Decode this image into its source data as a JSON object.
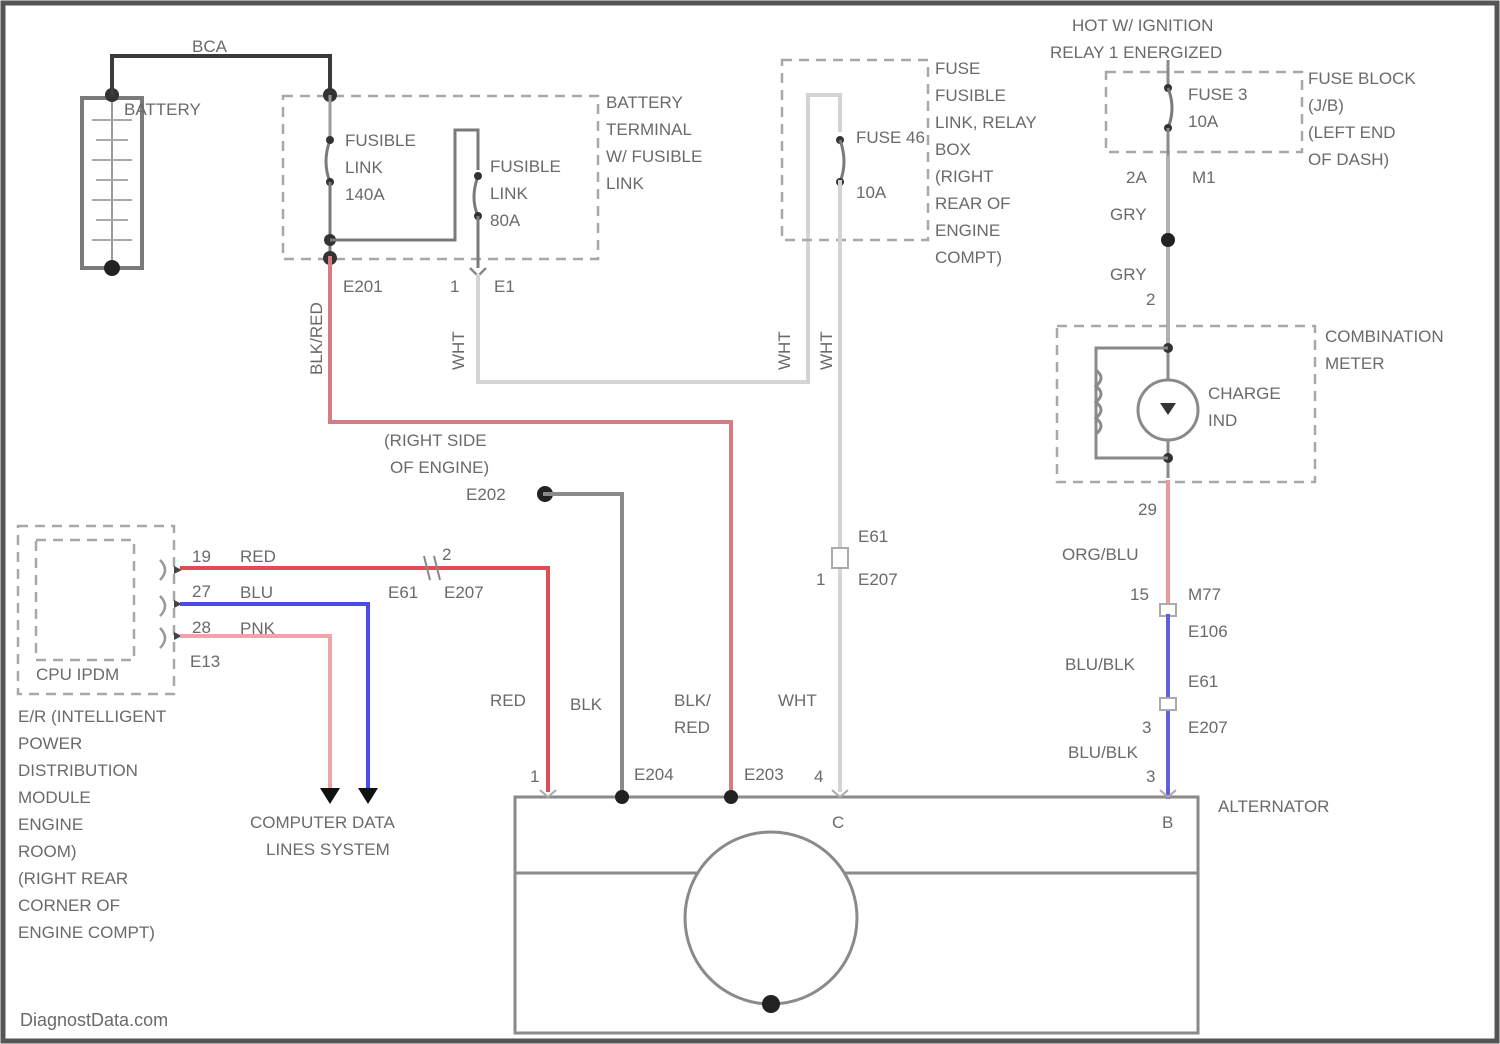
{
  "colors": {
    "black_wire": "#3a3a3a",
    "red_wire": "#e0545c",
    "blue_wire": "#5050e8",
    "pink_wire": "#f0a0a8",
    "gray_wire": "#a9a9a9",
    "white_wire": "#cfcfcf",
    "orange_blue_wire": "#e8a0a0"
  },
  "wire_colors_labels": {
    "top_battery": "BCA",
    "blk_red_vertical": "BLK/RED",
    "wht_e1": "WHT",
    "wht_fuse_left": "WHT",
    "wht_fuse_right": "WHT",
    "gry_upper": "GRY",
    "gry_lower": "GRY",
    "red_19": "RED",
    "blu_27": "BLU",
    "pnk_28": "PNK",
    "red_alt": "RED",
    "blk_alt": "BLK",
    "blk_red_alt": "BLK/\nRED",
    "wht_alt": "WHT",
    "org_blu": "ORG/BLU",
    "blu_blk_1": "BLU/BLK",
    "blu_blk_2": "BLU/BLK"
  },
  "components": {
    "battery": "BATTERY",
    "fusible_link_140a": [
      "FUSIBLE",
      "LINK",
      "140A"
    ],
    "fusible_link_80a": [
      "FUSIBLE",
      "LINK",
      "80A"
    ],
    "battery_terminal": [
      "BATTERY",
      "TERMINAL",
      "W/ FUSIBLE",
      "LINK"
    ],
    "fuse_f_box": [
      "FUSE",
      "FUSIBLE",
      "LINK, RELAY",
      "BOX",
      "(RIGHT",
      "REAR OF",
      "ENGINE",
      "COMPT)"
    ],
    "fuse_f": [
      "FUSE 46",
      "10A"
    ],
    "hot_ignition": [
      "HOT W/ IGNITION",
      "RELAY 1 ENERGIZED"
    ],
    "fuse_3": [
      "FUSE 3",
      "10A"
    ],
    "fuse_block": [
      "FUSE BLOCK",
      "(J/B)",
      "(LEFT END",
      "OF DASH)"
    ],
    "combination_meter": [
      "COMBINATION",
      "METER"
    ],
    "charge_ind": [
      "CHARGE",
      "IND"
    ],
    "cpu_ipdm": "CPU IPDM",
    "ipdm_desc": [
      "E/R (INTELLIGENT",
      "POWER",
      "DISTRIBUTION",
      "MODULE",
      "ENGINE",
      "ROOM)",
      "(RIGHT REAR",
      "CORNER OF",
      "ENGINE COMPT)"
    ],
    "computer_data": [
      "COMPUTER DATA",
      "LINES SYSTEM"
    ],
    "right_side_engine": [
      "(RIGHT SIDE",
      "OF ENGINE)"
    ],
    "alternator": "ALTERNATOR"
  },
  "connectors": {
    "e201": "E201",
    "e1_num": "1",
    "e1": "E1",
    "e202": "E202",
    "e2a": "2A",
    "m1": "M1",
    "pin2_meter": "2",
    "pin29": "29",
    "pin19": "19",
    "pin27": "27",
    "pin28": "28",
    "e13": "E13",
    "e61_e207_pin": "2",
    "e61_left": "E61",
    "e207_left": "E207",
    "e61_right": "E61",
    "e207_right_num": "1",
    "e207_right": "E207",
    "m77_num": "15",
    "m77": "M77",
    "e106": "E106",
    "e61_lower": "E61",
    "e207_lower_num": "3",
    "e207_lower": "E207",
    "alt_pin1": "1",
    "alt_e204": "E204",
    "alt_e203": "E203",
    "alt_pin4": "4",
    "alt_pin3": "3",
    "alt_c": "C",
    "alt_b": "B"
  },
  "watermark": "DiagnostData.com"
}
